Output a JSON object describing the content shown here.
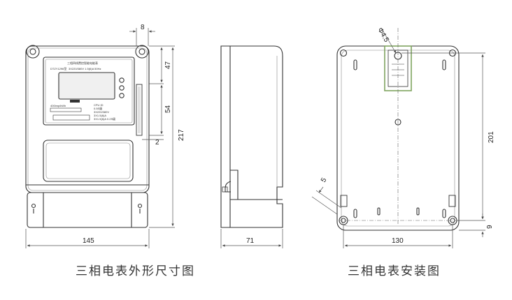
{
  "colors": {
    "line": "#333333",
    "thin": "#777777",
    "screen_fill": "#f0f0f0",
    "dim_line": "#555555",
    "bracket": "#7fa35f"
  },
  "front_view": {
    "caption": "三相电表外形尺寸图",
    "nameplate_title": "三相四线费控智能电能表",
    "nameplate_lines": [
      "DTZY1296型",
      "3X220/380V 1.5(6)A 50Hz",
      "CPU ID",
      "0.5S级",
      "3X220/380V",
      "3X1.5(6)A",
      "400imp/kWh",
      "3X1.5(6)A  0.2S级"
    ],
    "dimensions": {
      "width": "145",
      "height": "217",
      "top": "47",
      "mid": "54",
      "gap": "2",
      "ear": "8"
    }
  },
  "side_view": {
    "dimensions": {
      "depth": "71"
    }
  },
  "install_view": {
    "caption": "三相电表安装图",
    "dimensions": {
      "width": "130",
      "height": "201",
      "hole": "Φ4.5",
      "slot": "5",
      "bottom": "9"
    }
  }
}
